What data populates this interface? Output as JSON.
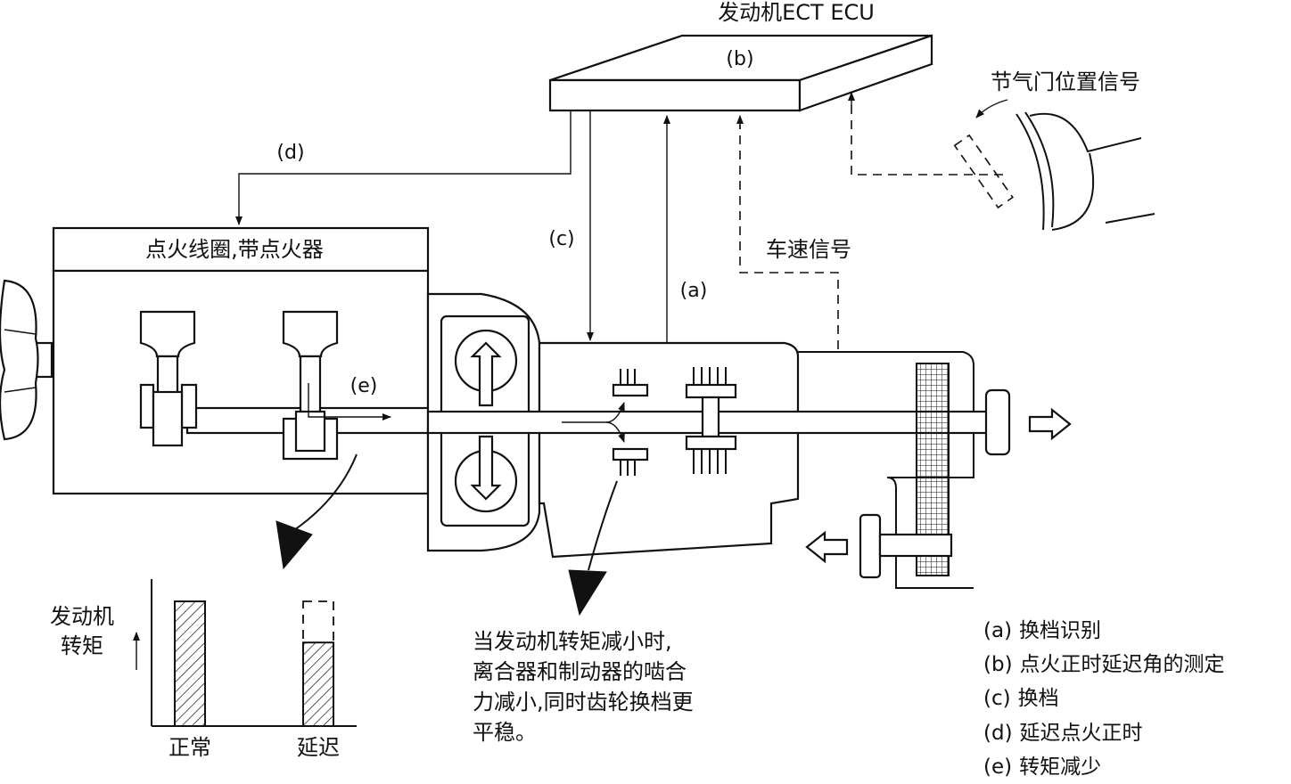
{
  "ecu": {
    "title": "发动机ECT ECU",
    "tag": "(b)"
  },
  "throttle_label": "节气门位置信号",
  "vehicle_speed_label": "车速信号",
  "ignition_label": "点火线圈,带点火器",
  "signal_tags": {
    "a": "(a)",
    "c": "(c)",
    "d": "(d)",
    "e": "(e)"
  },
  "torque_chart": {
    "ylabel_line1": "发动机",
    "ylabel_line2": "转矩",
    "normal_label": "正常",
    "retard_label": "延迟"
  },
  "chart_data": {
    "type": "bar",
    "categories": [
      "正常",
      "延迟"
    ],
    "values": [
      1.0,
      0.67
    ],
    "ylabel": "发动机转矩",
    "ylim": [
      0,
      1.0
    ],
    "notes": [
      "延迟 bar shows dashed outline at the normal height"
    ]
  },
  "note_lines": [
    "当发动机转矩减小时,",
    "离合器和制动器的啮合",
    "力减小,同时齿轮换档更",
    "平稳。"
  ],
  "legend": [
    {
      "key": "(a)",
      "text": "换档识别"
    },
    {
      "key": "(b)",
      "text": "点火正时延迟角的测定"
    },
    {
      "key": "(c)",
      "text": "换档"
    },
    {
      "key": "(d)",
      "text": "延迟点火正时"
    },
    {
      "key": "(e)",
      "text": "转矩减少"
    }
  ]
}
